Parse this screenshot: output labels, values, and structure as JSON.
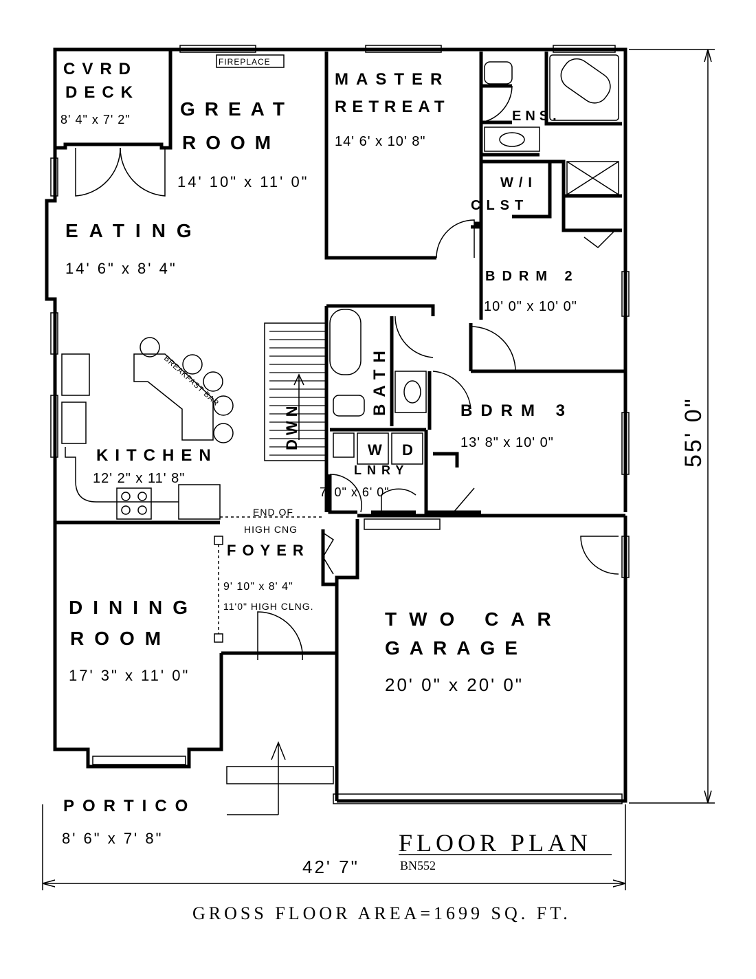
{
  "plan": {
    "rooms": {
      "cvrd_deck": {
        "line1": "CVRD",
        "line2": "DECK",
        "size": "8' 4\" x 7' 2\""
      },
      "great_room": {
        "line1": "GREAT",
        "line2": "ROOM",
        "size": "14' 10\" x 11' 0\""
      },
      "fireplace": "FIREPLACE",
      "master": {
        "line1": "MASTER",
        "line2": "RETREAT",
        "size": "14' 6' x 10' 8\""
      },
      "ensuite": "ENS.",
      "wic": {
        "line1": "W/I",
        "line2": "CLST"
      },
      "eating": {
        "name": "EATING",
        "size": "14' 6\" x 8' 4\""
      },
      "bdrm2": {
        "name": "BDRM 2",
        "size": "10' 0\" x 10' 0\""
      },
      "bath": "BATH",
      "bdrm3": {
        "name": "BDRM 3",
        "size": "13' 8\" x 10' 0\""
      },
      "breakfast_bar": "BREAKFAST BAR",
      "stairs": "DWN",
      "kitchen": {
        "name": "KITCHEN",
        "size": "12' 2\" x 11' 8\""
      },
      "laundry": {
        "name": "LNRY",
        "size": "7' 0\" x 6' 0\"",
        "washer": "W",
        "dryer": "D"
      },
      "end_high_ceiling": {
        "line1": "END OF",
        "line2": "HIGH CNG"
      },
      "foyer": {
        "name": "FOYER",
        "size": "9' 10\" x 8' 4\"",
        "ceiling": "11'0\" HIGH CLNG."
      },
      "dining": {
        "line1": "DINING",
        "line2": "ROOM",
        "size": "17' 3\" x 11' 0\""
      },
      "garage": {
        "line1": "TWO CAR",
        "line2": "GARAGE",
        "size": "20' 0\" x 20' 0\""
      },
      "portico": {
        "name": "PORTICO",
        "size": "8' 6\" x 7' 8\""
      }
    },
    "dimensions": {
      "width": "42' 7\"",
      "depth": "55' 0\""
    },
    "title": "FLOOR PLAN",
    "code": "BN552",
    "gross_area": "GROSS FLOOR AREA=1699 SQ. FT."
  }
}
